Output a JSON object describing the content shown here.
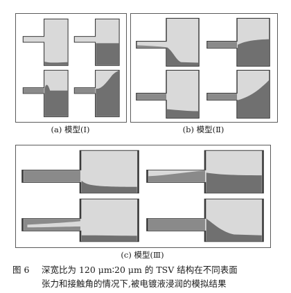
{
  "panels": [
    {
      "caption": "(a) 模型(Ⅰ)"
    },
    {
      "caption": "(b) 模型(Ⅱ)"
    },
    {
      "caption": "(c) 模型(Ⅲ)"
    }
  ],
  "figure_caption": {
    "label": "图 6",
    "line1": "深宽比为 120 μm∶20 μm 的 TSV 结构在不同表面",
    "line2": "张力和接触角的情况下,被电镀液浸润的模拟结果"
  },
  "colors": {
    "frame": "#5a5a5a",
    "air": "#d9d9d9",
    "liquid": "#707070",
    "outline": "#3a3a3a"
  }
}
